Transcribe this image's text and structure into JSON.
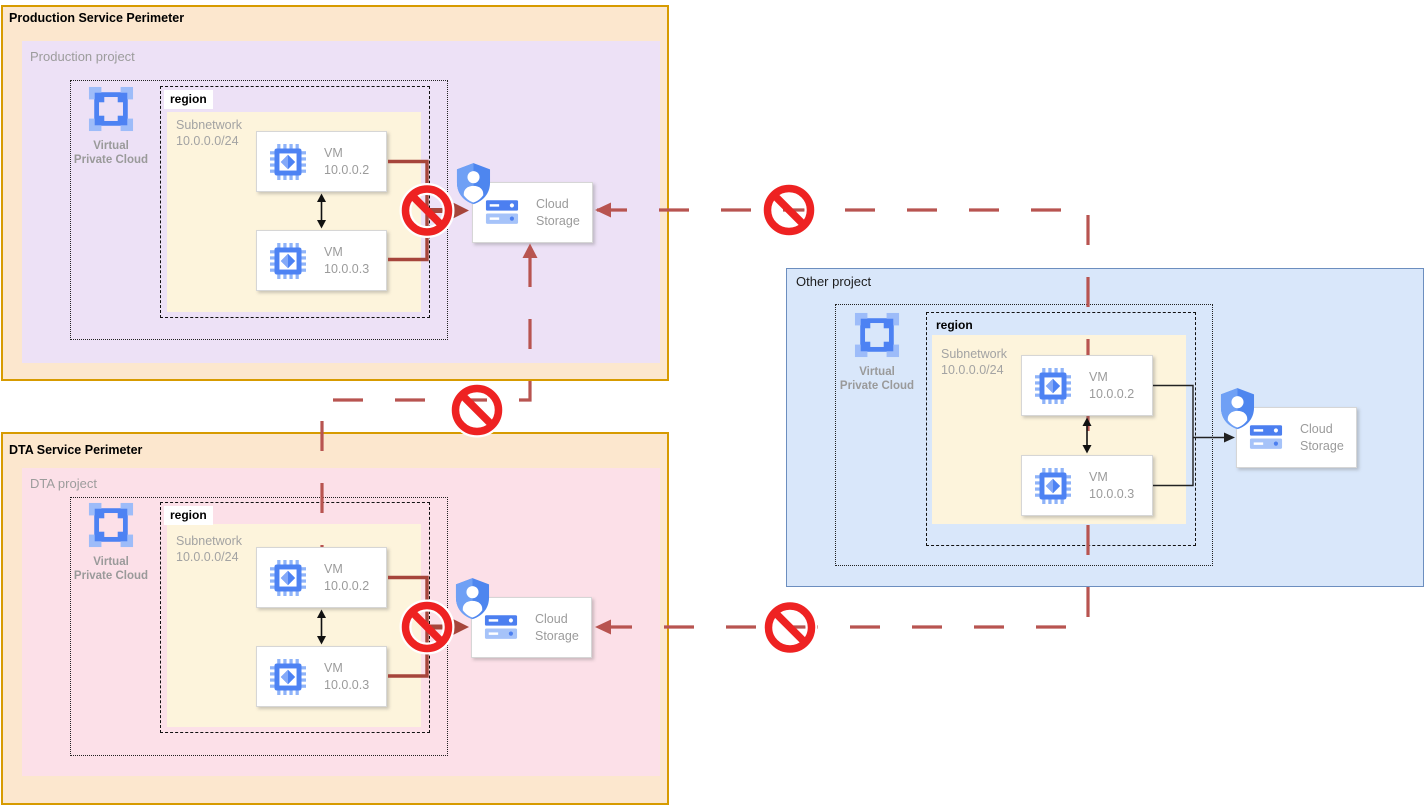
{
  "perimeters": {
    "production": {
      "title": "Production Service Perimeter",
      "project_label": "Production project"
    },
    "dta": {
      "title": "DTA Service Perimeter",
      "project_label": "DTA project"
    }
  },
  "other_project": {
    "label": "Other project"
  },
  "shared": {
    "vpc_label_line1": "Virtual",
    "vpc_label_line2": "Private Cloud",
    "region_label": "region",
    "subnet_label_line1": "Subnetwork",
    "subnet_label_line2": "10.0.0.0/24",
    "vm_label": "VM",
    "vm1_ip": "10.0.0.2",
    "vm2_ip": "10.0.0.3",
    "storage_label_line1": "Cloud",
    "storage_label_line2": "Storage"
  },
  "icons": {
    "vpc-icon": "blue square ring with corner nodes",
    "vm-chip-icon": "blue processor chip with diamond core",
    "cloud-storage-icon": "two stacked blue storage bars",
    "identity-shield-icon": "blue shield with white person",
    "no-entry-icon": "red prohibition circle with diagonal slash",
    "double-arrow-icon": "vertical two-headed arrow"
  },
  "colors": {
    "perimeter_fill": "#FCE7CE",
    "perimeter_border": "#D79B00",
    "production_project_fill": "#EDE1F6",
    "dta_project_fill": "#FCE0E8",
    "other_project_fill": "#D9E7FA",
    "other_project_border": "#6C8EBF",
    "subnetwork_fill": "#FDF4DC",
    "blocked_line": "#B85450",
    "blocked_bracket": "#A6453B",
    "no_entry_red": "#EE2222",
    "gcp_blue": "#4D82F3",
    "allowed_line": "#222222",
    "label_gray": "#9B9B9B"
  }
}
